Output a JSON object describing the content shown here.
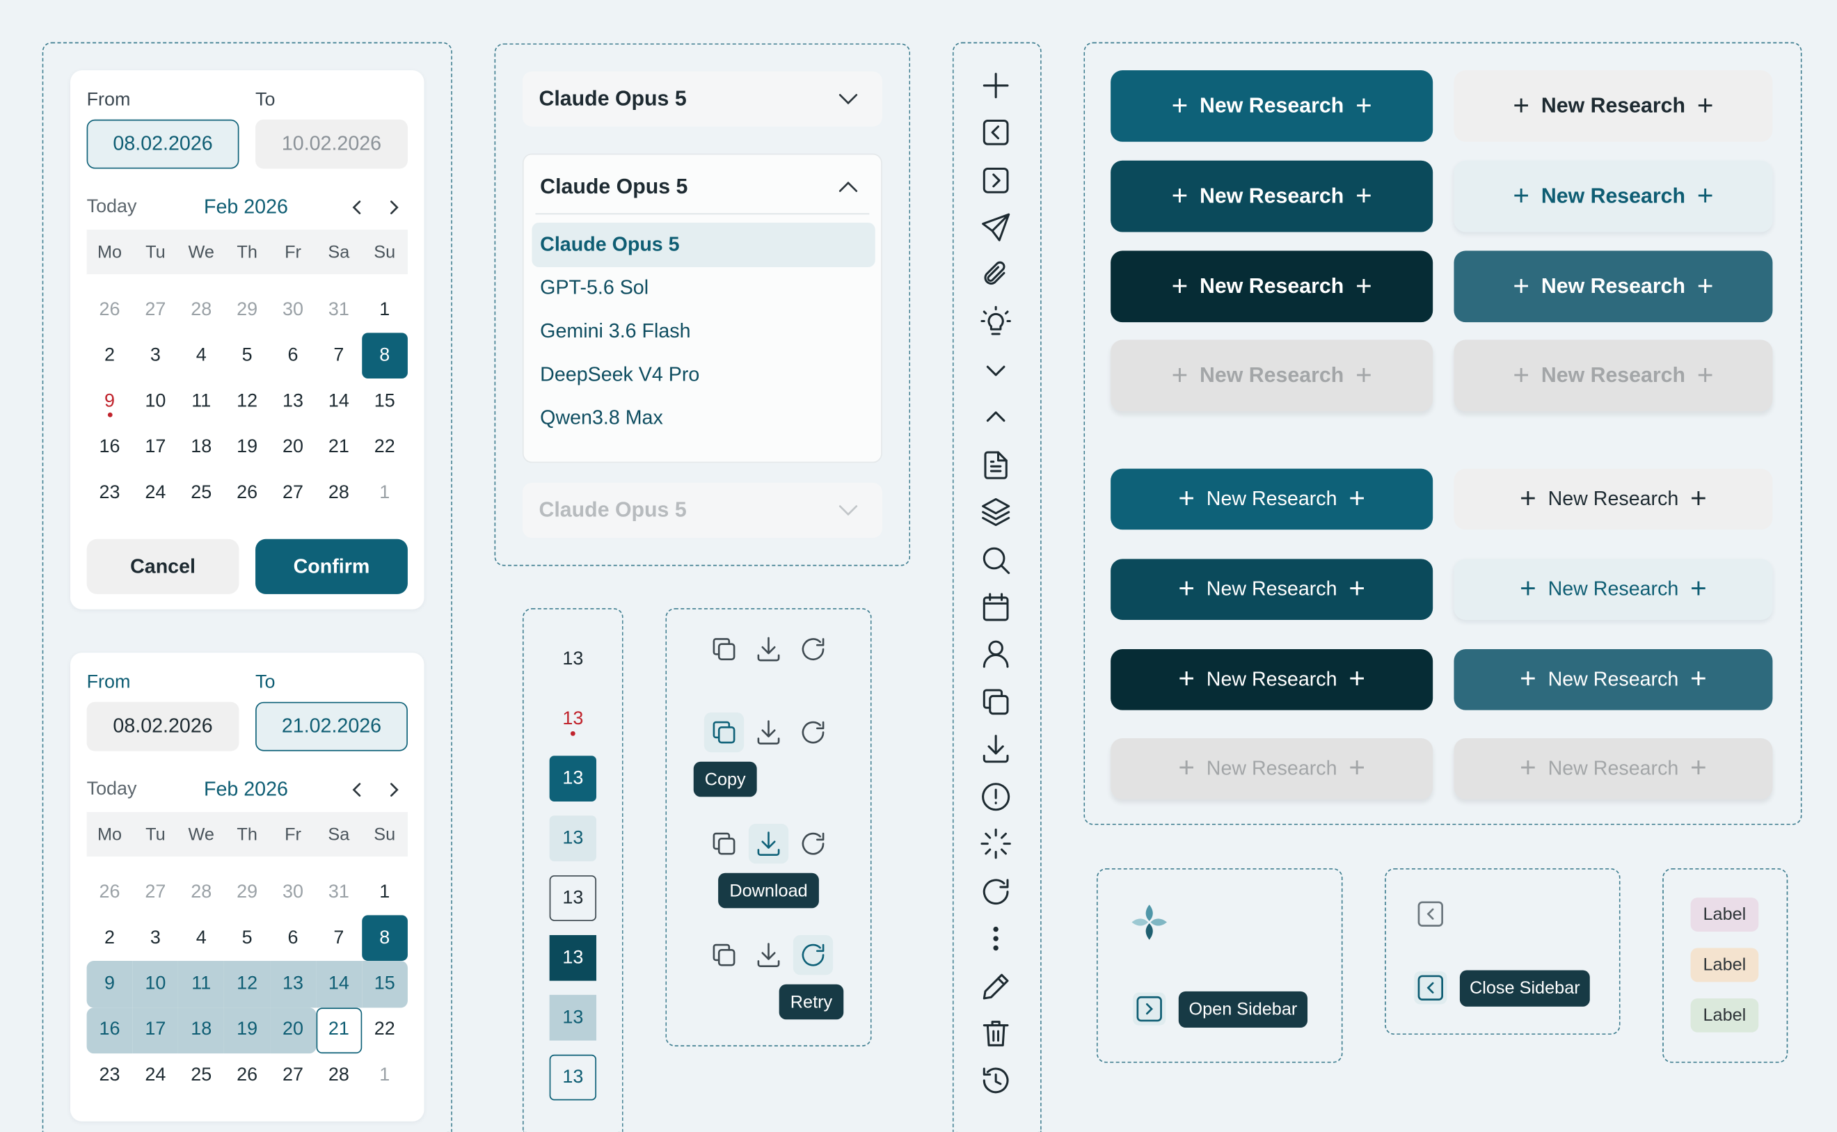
{
  "datepicker1": {
    "from_label": "From",
    "to_label": "To",
    "from_value": "08.02.2026",
    "to_value": "10.02.2026",
    "today": "Today",
    "month": "Feb 2026",
    "weekdays": [
      "Mo",
      "Tu",
      "We",
      "Th",
      "Fr",
      "Sa",
      "Su"
    ],
    "days": [
      "26",
      "27",
      "28",
      "29",
      "30",
      "31",
      "1",
      "2",
      "3",
      "4",
      "5",
      "6",
      "7",
      "8",
      "9",
      "10",
      "11",
      "12",
      "13",
      "14",
      "15",
      "16",
      "17",
      "18",
      "19",
      "20",
      "21",
      "22",
      "23",
      "24",
      "25",
      "26",
      "27",
      "28",
      "1"
    ],
    "cancel": "Cancel",
    "confirm": "Confirm"
  },
  "datepicker2": {
    "from_label": "From",
    "to_label": "To",
    "from_value": "08.02.2026",
    "to_value": "21.02.2026",
    "today": "Today",
    "month": "Feb 2026",
    "weekdays": [
      "Mo",
      "Tu",
      "We",
      "Th",
      "Fr",
      "Sa",
      "Su"
    ],
    "days": [
      "26",
      "27",
      "28",
      "29",
      "30",
      "31",
      "1",
      "2",
      "3",
      "4",
      "5",
      "6",
      "7",
      "8",
      "9",
      "10",
      "11",
      "12",
      "13",
      "14",
      "15",
      "16",
      "17",
      "18",
      "19",
      "20",
      "21",
      "22",
      "23",
      "24",
      "25",
      "26",
      "27",
      "28",
      "1"
    ]
  },
  "model_select": {
    "closed": "Claude Opus 5",
    "open": "Claude Opus 5",
    "disabled": "Claude Opus 5",
    "options": [
      "Claude Opus 5",
      "GPT-5.6 Sol",
      "Gemini 3.6 Flash",
      "DeepSeek V4 Pro",
      "Qwen3.8 Max"
    ]
  },
  "day_states": [
    "13",
    "13",
    "13",
    "13",
    "13",
    "13",
    "13",
    "13"
  ],
  "action_tooltips": {
    "copy": "Copy",
    "download": "Download",
    "retry": "Retry"
  },
  "icons": [
    "plus-icon",
    "sidebar-collapse-icon",
    "sidebar-expand-icon",
    "send-icon",
    "paperclip-icon",
    "lightbulb-icon",
    "chevron-down-icon",
    "chevron-up-icon",
    "document-icon",
    "layers-icon",
    "search-icon",
    "calendar-icon",
    "user-icon",
    "copy-icon",
    "download-icon",
    "alert-icon",
    "loader-icon",
    "refresh-icon",
    "more-vertical-icon",
    "pencil-icon",
    "trash-icon",
    "history-icon"
  ],
  "new_research": {
    "label": "New Research",
    "plus": "+"
  },
  "sidebar": {
    "open": "Open Sidebar",
    "close": "Close Sidebar"
  },
  "labels": [
    "Label",
    "Label",
    "Label"
  ],
  "colors": {
    "primary": "#0e6178",
    "primary_hover": "#0b4a5b",
    "primary_active": "#062c35",
    "secondary_active": "#2e6a7d",
    "disabled": "#e2e2e2",
    "danger": "#c0232c"
  }
}
